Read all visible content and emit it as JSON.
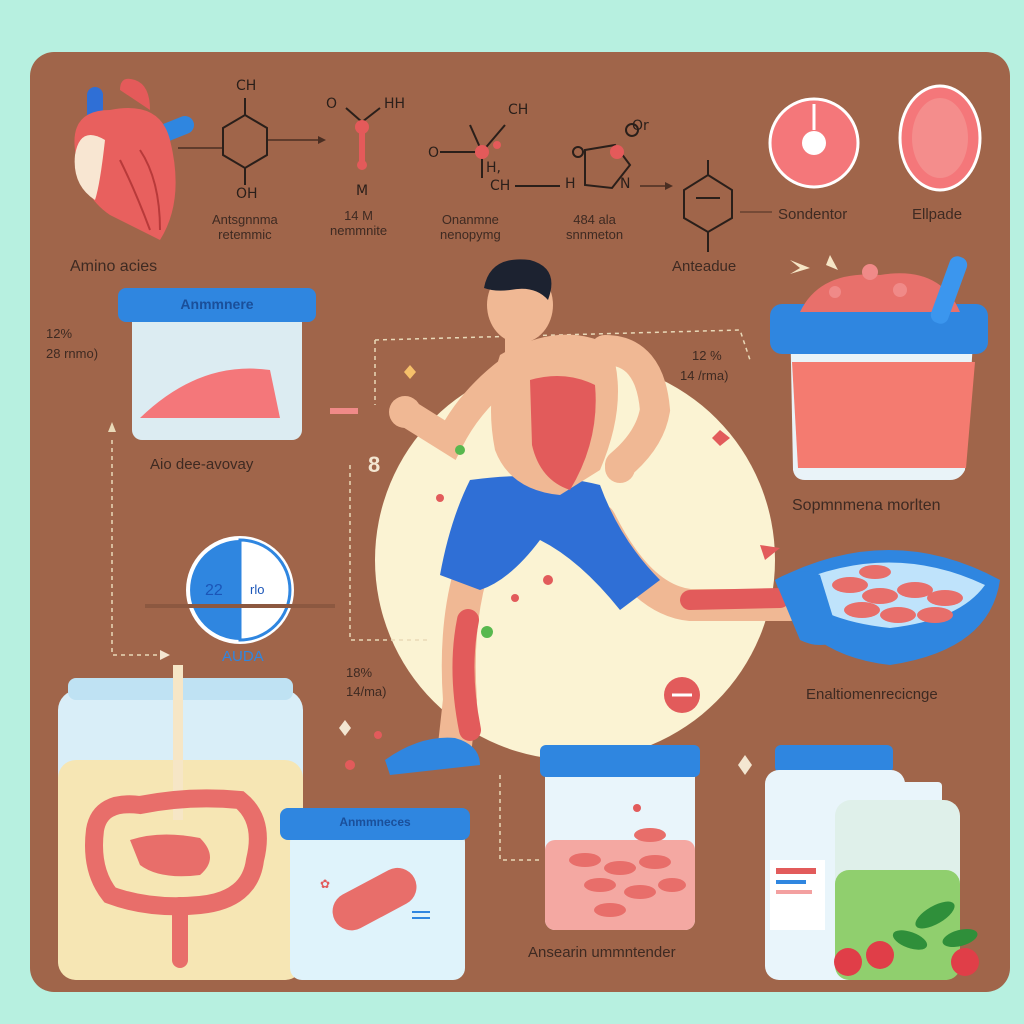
{
  "labels": {
    "amino_acids": "Amino acies",
    "heart_caption": "Antsgnnma\nretemmic",
    "molecule2_caption": "14 M\nnemmnite",
    "molecule3_caption": "Onanmne\nnenopymg",
    "molecule4_caption": "484 ala\nsnnmeton",
    "molecule5_caption": "Anteadue",
    "ring_caption": "Sondentor",
    "ellipse_caption": "Ellpade",
    "jar1_stat_pct": "12%",
    "jar1_stat_val": "28 rnmo)",
    "jar1_caption": "Aio dee-avovay",
    "jar2_stat_pct": "12 %",
    "jar2_stat_val": "14 /rma)",
    "jar2_caption": "Sopmnmena morlten",
    "badge_left": "22",
    "badge_right": "rlo",
    "badge_caption": "AUDA",
    "center_number": "8",
    "stat3_pct": "18%",
    "stat3_val": "14/ma)",
    "bowl_caption": "Enaltiomenrecicnge",
    "pill_jar_caption": "Ansearin ummntender"
  },
  "jar_labels": {
    "jar1": "Anmmnere",
    "jar3": "Anmmneces"
  },
  "chem_text": {
    "m1_top": "CH",
    "m1_bottom": "OH",
    "m2_o": "O",
    "m2_hh": "HH",
    "m2_m": "M",
    "m3_ch": "CH",
    "m3_o": "O",
    "m3_h": "H,",
    "m3_ch2": "CH",
    "m4_o": "Or",
    "m4_h": "H",
    "m4_n": "N"
  },
  "colors": {
    "panel": "#a0654a",
    "background": "#b7f0e0",
    "accent_blue": "#2f86e0",
    "muscle_red": "#e25b5b",
    "text_dark": "#3e2a22"
  }
}
